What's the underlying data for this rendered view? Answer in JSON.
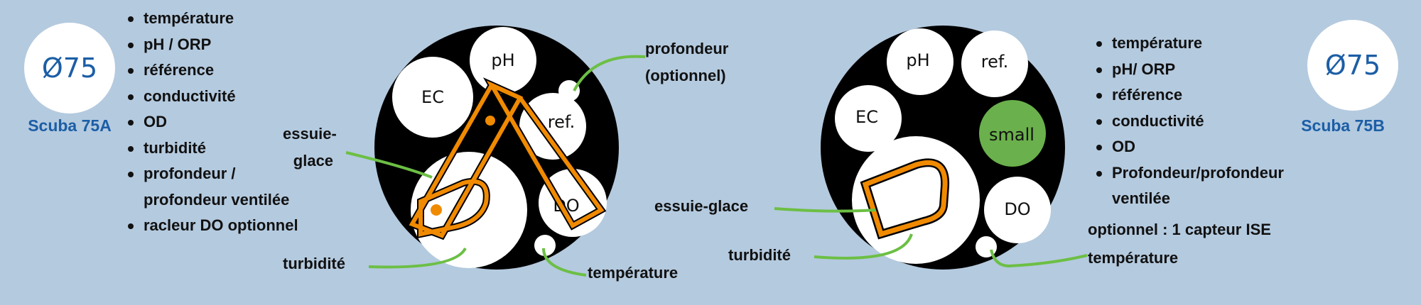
{
  "left": {
    "diameter": "Ø75",
    "model": "Scuba 75A",
    "features": [
      "température",
      "pH / ORP",
      "référence",
      "conductivité",
      "OD",
      "turbidité",
      "profondeur /",
      "profondeur ventilée",
      "racleur DO optionnel"
    ],
    "ports": {
      "ph": "pH",
      "ec": "EC",
      "ref": "ref.",
      "do": "DO"
    },
    "callouts": {
      "depth_1": "profondeur",
      "depth_2": "(optionnel)",
      "wiper_1": "essuie-",
      "wiper_2": "glace",
      "turbidity": "turbidité",
      "temperature": "température"
    }
  },
  "right": {
    "diameter": "Ø75",
    "model": "Scuba 75B",
    "features": [
      "température",
      "pH/ ORP",
      "référence",
      "conductivité",
      "OD",
      "Profondeur/profondeur",
      "ventilée"
    ],
    "optional": "optionnel : 1 capteur ISE",
    "ports": {
      "ph": "pH",
      "ref": "ref.",
      "ec": "EC",
      "small": "small",
      "do": "DO"
    },
    "callouts": {
      "wiper": "essuie-glace",
      "turbidity": "turbidité",
      "temperature": "température"
    }
  },
  "colors": {
    "background": "#b4cadf",
    "brand_blue": "#1c5ea6",
    "wiper_orange": "#f08a00",
    "leader_green": "#6cbf44",
    "small_port_green": "#6ab04c"
  }
}
